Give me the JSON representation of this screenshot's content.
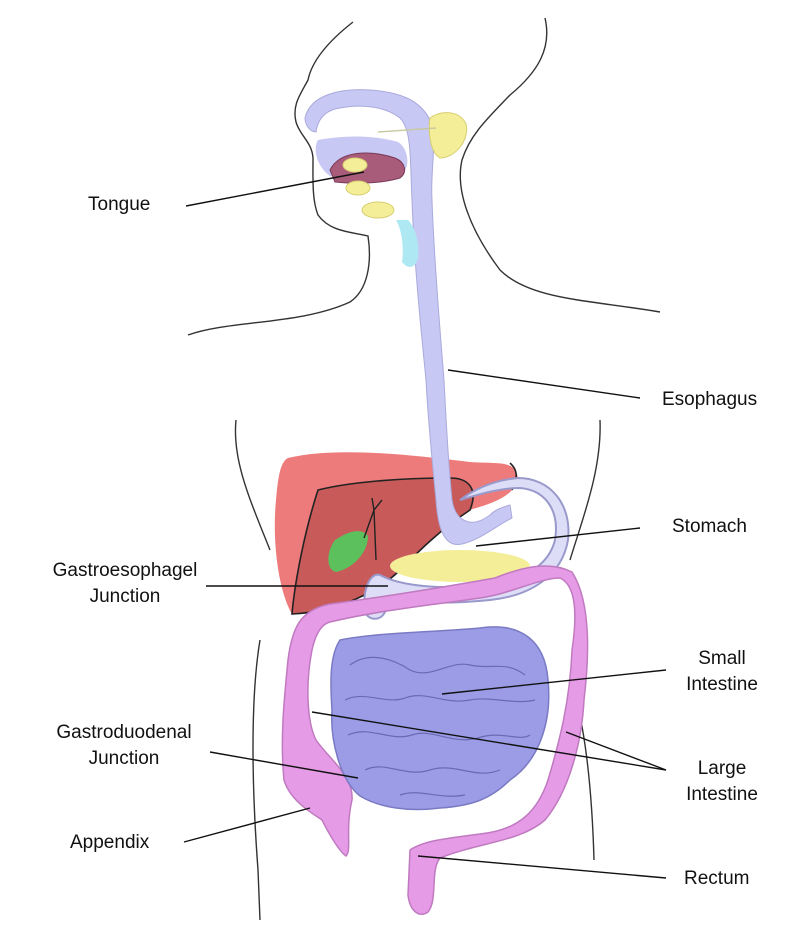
{
  "labels": {
    "tongue": "Tongue",
    "esophagus": "Esophagus",
    "stomach": "Stomach",
    "ge_junction_1": "Gastroesophagel",
    "ge_junction_2": "Junction",
    "small_intestine_1": "Small",
    "small_intestine_2": "Intestine",
    "gd_junction_1": "Gastroduodenal",
    "gd_junction_2": "Junction",
    "large_intestine_1": "Large",
    "large_intestine_2": "Intestine",
    "appendix": "Appendix",
    "rectum": "Rectum"
  },
  "colors": {
    "esophagus": "#c8c8f4",
    "liver": "#ee7b7b",
    "liver_dark": "#c85a5a",
    "gallbladder": "#5cc05c",
    "small_intestine": "#9b9be6",
    "large_intestine": "#e59be6",
    "glands": "#f5ee99",
    "outline": "#333333"
  }
}
